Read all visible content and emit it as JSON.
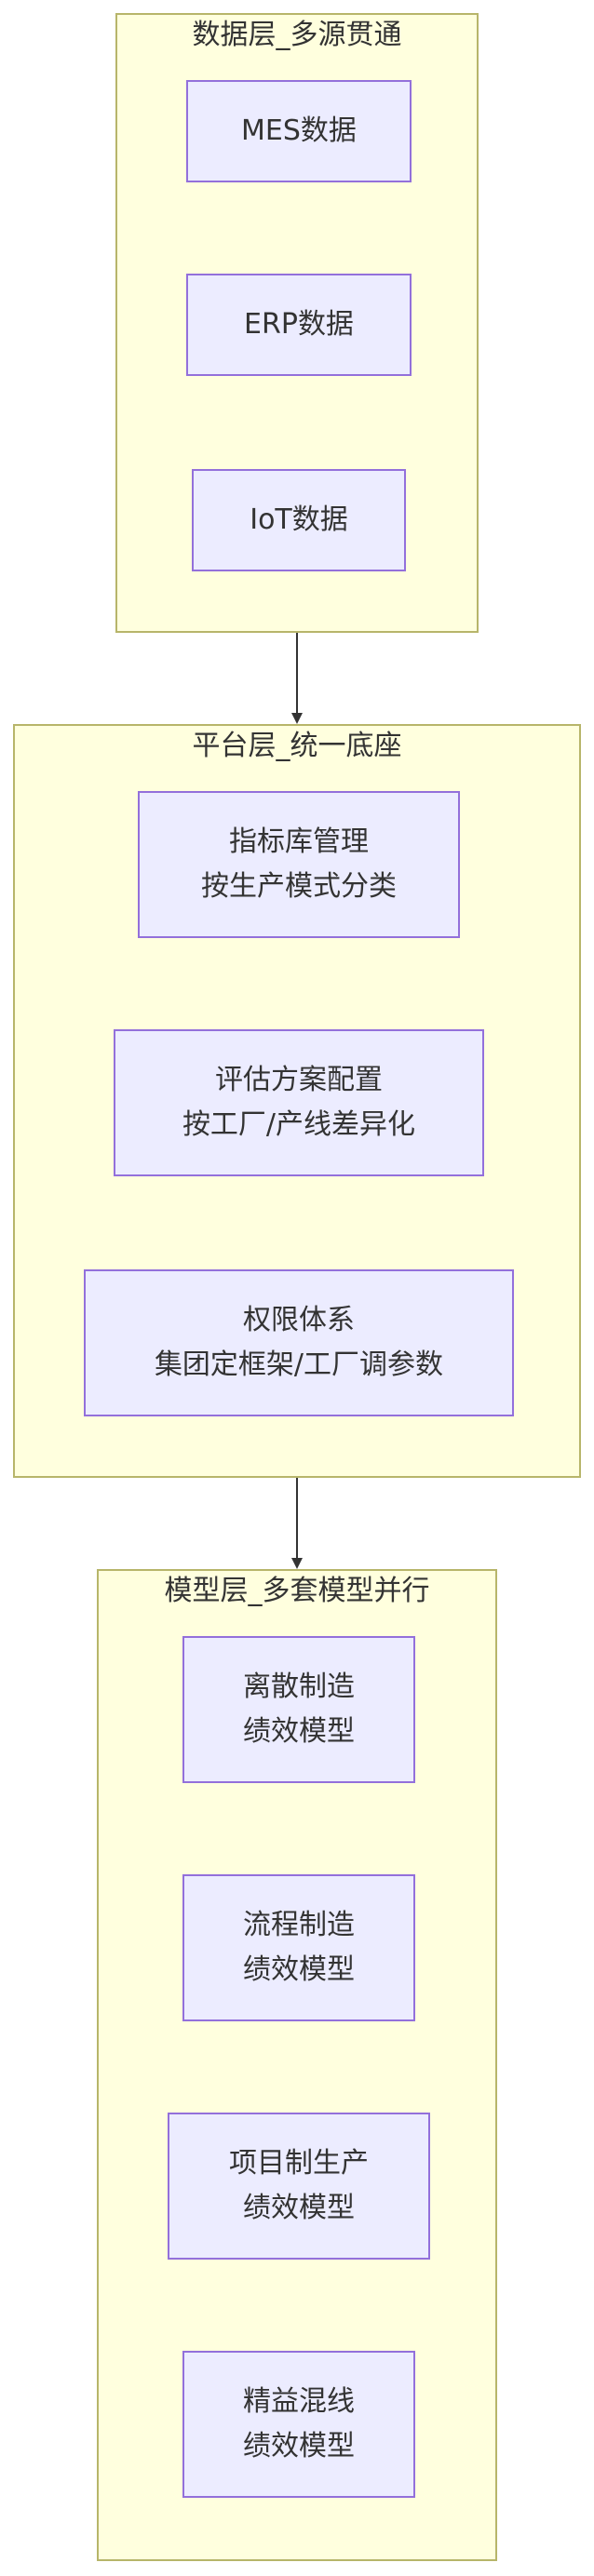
{
  "groups": {
    "data": {
      "title": "数据层_多源贯通",
      "nodes": [
        {
          "lines": [
            "MES数据"
          ]
        },
        {
          "lines": [
            "ERP数据"
          ]
        },
        {
          "lines": [
            "IoT数据"
          ]
        }
      ]
    },
    "platform": {
      "title": "平台层_统一底座",
      "nodes": [
        {
          "lines": [
            "指标库管理",
            "按生产模式分类"
          ]
        },
        {
          "lines": [
            "评估方案配置",
            "按工厂/产线差异化"
          ]
        },
        {
          "lines": [
            "权限体系",
            "集团定框架/工厂调参数"
          ]
        }
      ]
    },
    "model": {
      "title": "模型层_多套模型并行",
      "nodes": [
        {
          "lines": [
            "离散制造",
            "绩效模型"
          ]
        },
        {
          "lines": [
            "流程制造",
            "绩效模型"
          ]
        },
        {
          "lines": [
            "项目制生产",
            "绩效模型"
          ]
        },
        {
          "lines": [
            "精益混线",
            "绩效模型"
          ]
        }
      ]
    }
  },
  "colors": {
    "group_fill": "#ffffde",
    "group_border": "#b7b56a",
    "node_fill": "#ececff",
    "node_border": "#9370db",
    "edge": "#333333"
  }
}
